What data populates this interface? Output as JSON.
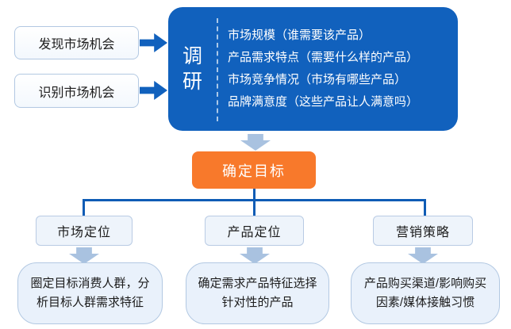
{
  "palette": {
    "primary_blue": "#1161bd",
    "connector_blue": "#0f5cb5",
    "steel_arrow": "#a9c2e0",
    "accent_orange": "#f8792b",
    "light_box_fill": "#e9f1fb",
    "light_box_border": "#b2c8e2"
  },
  "inputs": {
    "discover": "发现市场机会",
    "identify": "识别市场机会"
  },
  "research": {
    "title": "调研",
    "items": [
      "市场规模（谁需要该产品）",
      "产品需求特点（需要什么样的产品）",
      "市场竞争情况（市场有哪些产品）",
      "品牌满意度（这些产品让人满意吗）"
    ]
  },
  "goal": {
    "label": "确定目标"
  },
  "branches": [
    {
      "label": "市场定位",
      "detail": "圈定目标消费人群，分析目标人群需求特征"
    },
    {
      "label": "产品定位",
      "detail": "确定需求产品特征选择针对性的产品"
    },
    {
      "label": "营销策略",
      "detail": "产品购买渠道/影响购买因素/媒体接触习惯"
    }
  ]
}
